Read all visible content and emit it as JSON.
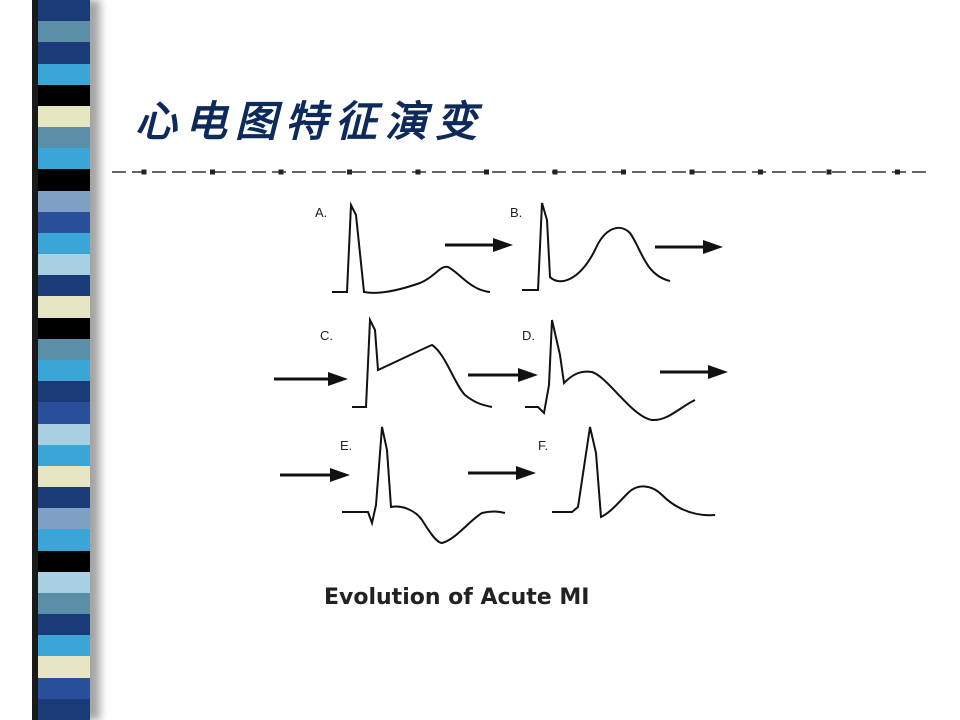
{
  "slide": {
    "title": "心电图特征演变",
    "caption": "Evolution of Acute MI"
  },
  "ecg": {
    "panels": [
      {
        "id": "A",
        "label": "A."
      },
      {
        "id": "B",
        "label": "B."
      },
      {
        "id": "C",
        "label": "C."
      },
      {
        "id": "D",
        "label": "D."
      },
      {
        "id": "E",
        "label": "E."
      },
      {
        "id": "F",
        "label": "F."
      }
    ]
  },
  "colors": {
    "title": "#0d2a5a",
    "stripe_palette": [
      "#1a3a78",
      "#5b8fa8",
      "#3aa6d8",
      "#e6e6c2",
      "#000000",
      "#7fa0c4",
      "#2a4f9a",
      "#a9cfe3"
    ],
    "waveform": "#111111"
  }
}
